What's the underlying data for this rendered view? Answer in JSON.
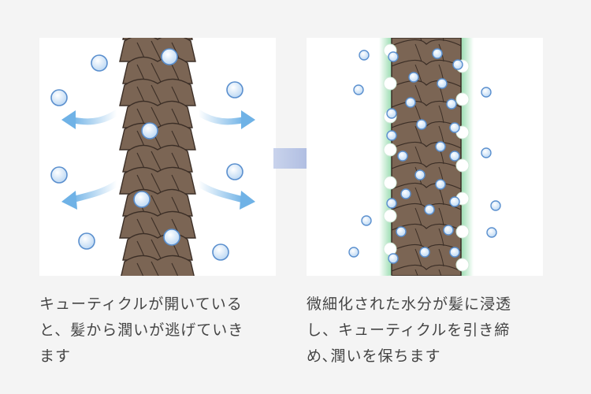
{
  "captions": {
    "left": {
      "line1": "キューティクルが開いている",
      "line2": "と、髪から潤いが逃げていき",
      "line3": "ます"
    },
    "right": {
      "line1": "微細化された水分が髪に浸透",
      "line2": "し、キューティクルを引き締",
      "line3": "め､潤いを保ちます"
    }
  },
  "colors": {
    "hair": "#7b6554",
    "hair_outline": "#3b2e26",
    "droplet_fill": "#d5e8fa",
    "droplet_stroke": "#5a8fce",
    "escape_arrow": "#6fb2e6",
    "process_arrow": "#a8b6dc",
    "glow": "#8fd9a8"
  },
  "icons": {
    "process_arrow": "right-arrow-icon",
    "escape_arrows": "curved-arrow-icon"
  }
}
